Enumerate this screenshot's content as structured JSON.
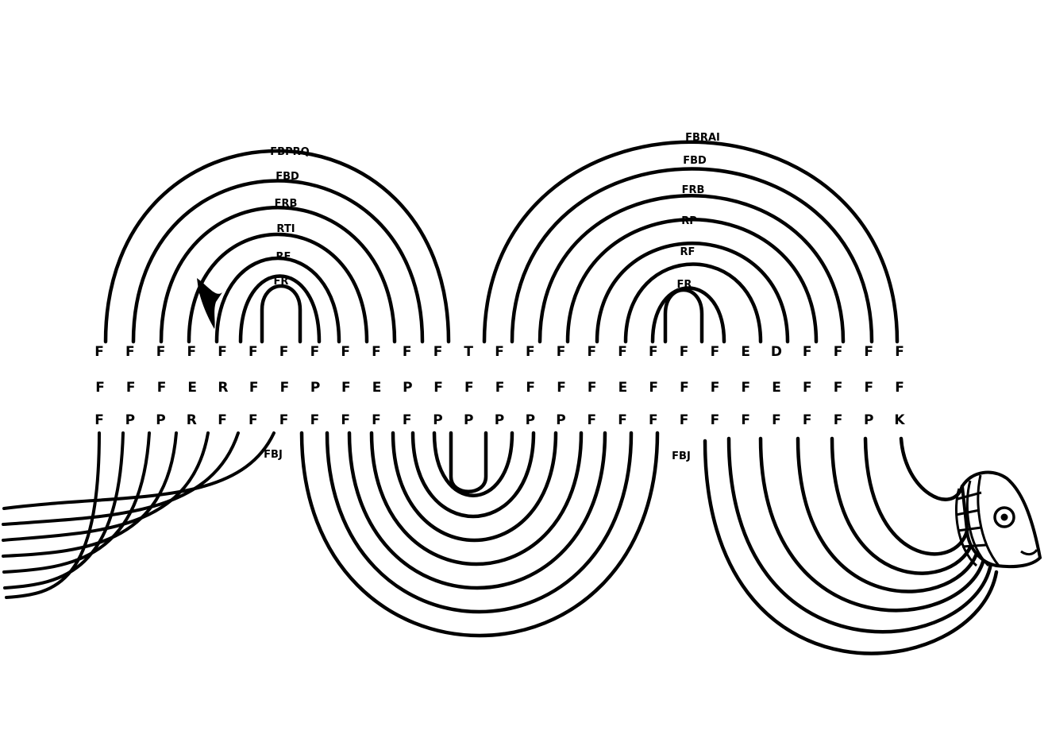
{
  "figure": {
    "ink_color": "#000000",
    "paper_color": "#ffffff",
    "subject": "serpent-shaped notation diagram with concentric arches"
  },
  "arches": [
    {
      "id": "left",
      "labels": [
        "FBPRQ",
        "FBD",
        "FRB",
        "RTI",
        "RF",
        "FR"
      ]
    },
    {
      "id": "right",
      "labels": [
        "FBRAI",
        "FBD",
        "FRB",
        "RP",
        "RF",
        "FR"
      ]
    }
  ],
  "rows": {
    "upper": [
      "F",
      "F",
      "F",
      "F",
      "F",
      "F",
      "F",
      "F",
      "F",
      "F",
      "F",
      "F",
      "T",
      "F",
      "F",
      "F",
      "F",
      "F",
      "F",
      "F",
      "F",
      "E",
      "D",
      "F",
      "F",
      "F",
      "F"
    ],
    "middle": [
      "F",
      "F",
      "F",
      "E",
      "R",
      "F",
      "F",
      "P",
      "F",
      "E",
      "P",
      "F",
      "F",
      "F",
      "F",
      "F",
      "F",
      "E",
      "F",
      "F",
      "F",
      "F",
      "E",
      "F",
      "F",
      "F",
      "F"
    ],
    "lower": [
      "F",
      "P",
      "P",
      "R",
      "F",
      "F",
      "F",
      "F",
      "F",
      "F",
      "F",
      "P",
      "P",
      "P",
      "P",
      "P",
      "F",
      "F",
      "F",
      "F",
      "F",
      "F",
      "F",
      "F",
      "F",
      "P",
      "K"
    ]
  },
  "side_labels": [
    "FBJ",
    "FBJ"
  ],
  "head": {
    "icon": "serpent-head-icon"
  }
}
